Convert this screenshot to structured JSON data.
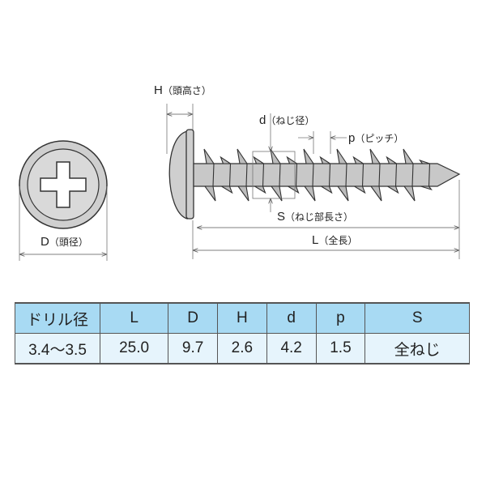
{
  "labels": {
    "H": "H",
    "H_desc": "（頭高さ）",
    "d": "d",
    "d_desc": "（ねじ径）",
    "p": "p",
    "p_desc": "（ピッチ）",
    "S": "S",
    "S_desc": "（ねじ部長さ）",
    "L": "L",
    "L_desc": "（全長）",
    "D": "D",
    "D_desc": "（頭径）"
  },
  "table": {
    "headers": [
      "ドリル径",
      "L",
      "D",
      "H",
      "d",
      "p",
      "S"
    ],
    "values": [
      "3.4〜3.5",
      "25.0",
      "9.7",
      "2.6",
      "4.2",
      "1.5",
      "全ねじ"
    ]
  },
  "colors": {
    "header_bg": "#a8daf3",
    "row_bg": "#e6f4fc",
    "metal": "#c8c8c8"
  }
}
